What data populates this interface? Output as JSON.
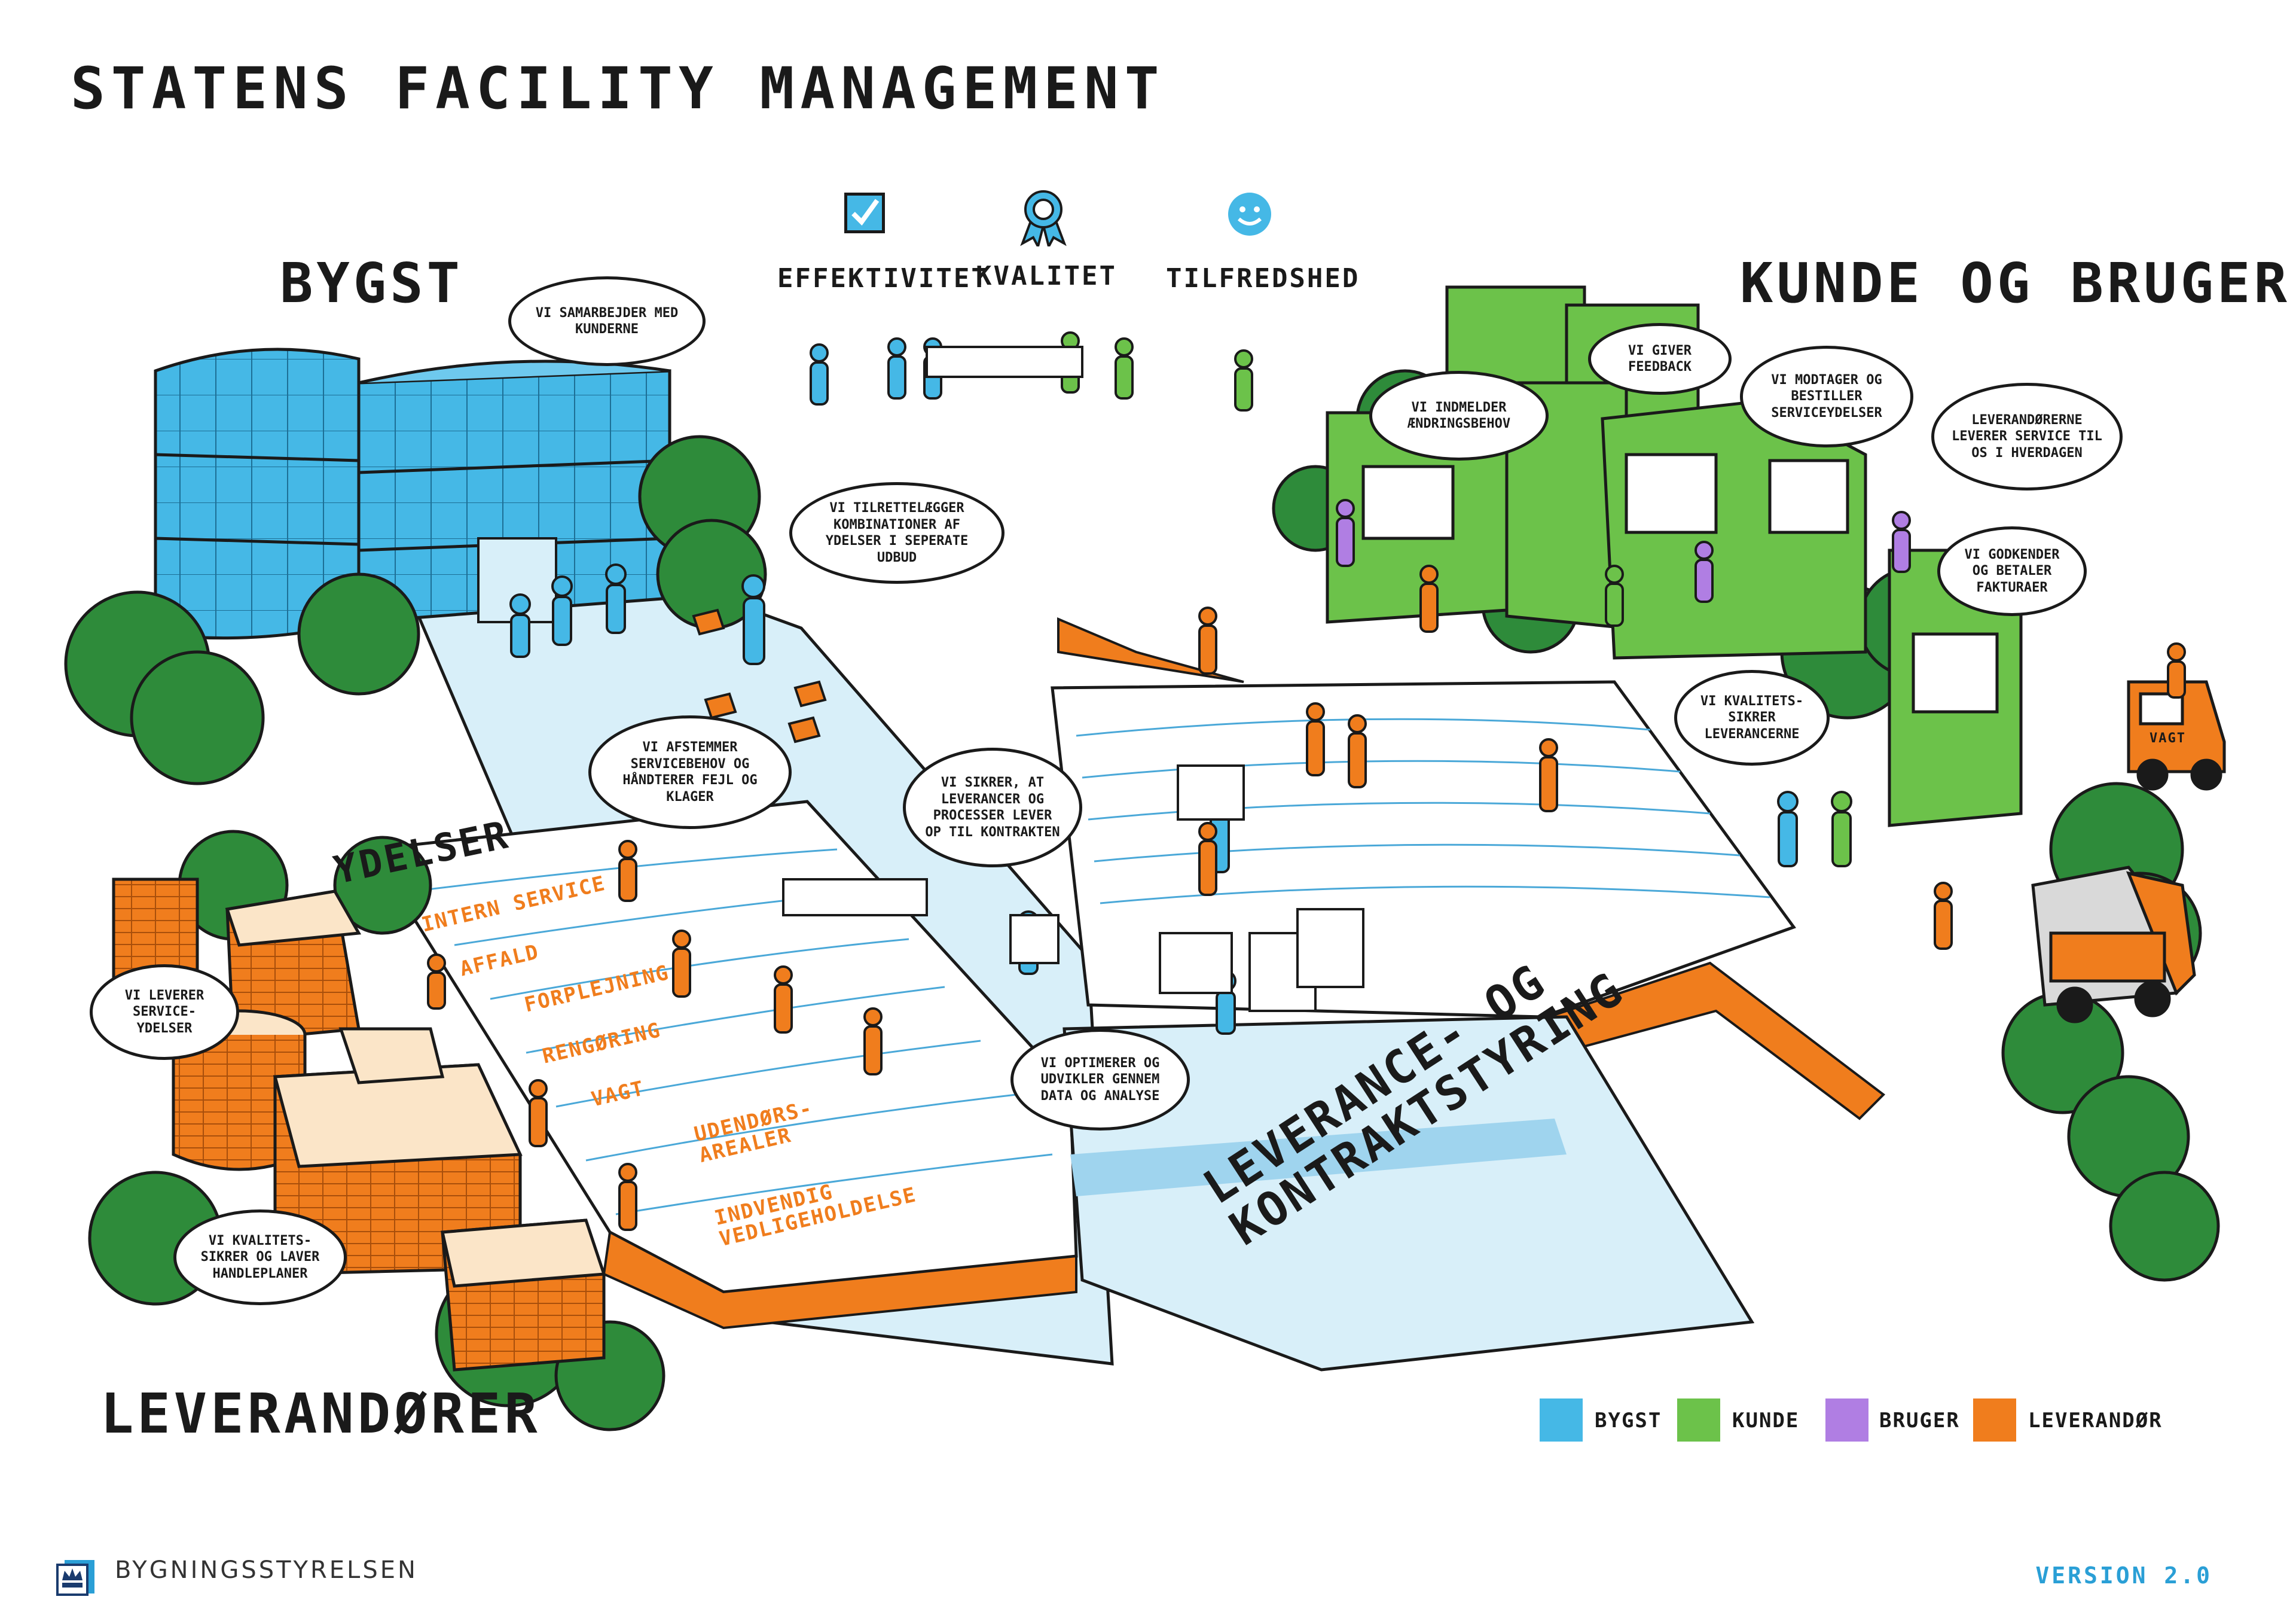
{
  "title": "STATENS FACILITY MANAGEMENT",
  "zones": {
    "bygst": "BYGST",
    "kunde": "KUNDE OG BRUGER",
    "leverandorer": "LEVERANDØRER",
    "ydelser": "YDELSER",
    "styring": [
      "LEVERANCE- OG",
      "KONTRAKTSTYRING"
    ]
  },
  "goals": [
    {
      "label": "EFFEKTIVITET",
      "icon": "checkbox-icon"
    },
    {
      "label": "KVALITET",
      "icon": "award-ribbon-icon"
    },
    {
      "label": "TILFREDSHED",
      "icon": "smiley-icon"
    }
  ],
  "services": [
    "INTERN SERVICE",
    "AFFALD",
    "FORPLEJNING",
    "RENGØRING",
    "VAGT",
    "UDENDØRS-\nAREALER",
    "INDVENDIG\nVEDLIGEHOLDELSE"
  ],
  "bubbles": {
    "samarbejder": "VI SAMARBEJDER MED KUNDERNE",
    "tilrettelaegger": "VI TILRETTELÆGGER KOMBINATIONER AF YDELSER I SEPERATE UDBUD",
    "afstemmer": "VI AFSTEMMER SERVICEBEHOV OG HÅNDTERER FEJL OG KLAGER",
    "sikrer": "VI SIKRER, AT LEVERANCER OG PROCESSER LEVER OP TIL KONTRAKTEN",
    "optimerer": "VI OPTIMERER OG UDVIKLER GENNEM DATA OG ANALYSE",
    "leverer": "VI LEVERER SERVICE-YDELSER",
    "kvalitetssikrer_lev": "VI KVALITETS-SIKRER OG LAVER HANDLEPLANER",
    "indmelder": "VI INDMELDER ÆNDRINGSBEHOV",
    "feedback": "VI GIVER FEEDBACK",
    "modtager": "VI MODTAGER OG BESTILLER SERVICEYDELSER",
    "leverandorerne": "LEVERANDØRERNE LEVERER SERVICE TIL OS I HVERDAGEN",
    "godkender": "VI GODKENDER OG BETALER FAKTURAER",
    "kvalitetssikrer_kunde": "VI KVALITETS-SIKRER LEVERANCERNE"
  },
  "vehicle_label": "VAGT",
  "legend": [
    {
      "label": "BYGST",
      "color": "#45b8e6"
    },
    {
      "label": "KUNDE",
      "color": "#6cc24a"
    },
    {
      "label": "BRUGER",
      "color": "#b07ee3"
    },
    {
      "label": "LEVERANDØR",
      "color": "#f07d1d"
    }
  ],
  "colors": {
    "bygst": "#45b8e6",
    "kunde": "#6cc24a",
    "bruger": "#b07ee3",
    "leverandor": "#f07d1d",
    "ink": "#1a1a1a",
    "path": "#d8eff9"
  },
  "footer": {
    "org": "BYGNINGSSTYRELSEN",
    "version": "VERSION 2.0",
    "logo": "crown-logo-icon"
  }
}
